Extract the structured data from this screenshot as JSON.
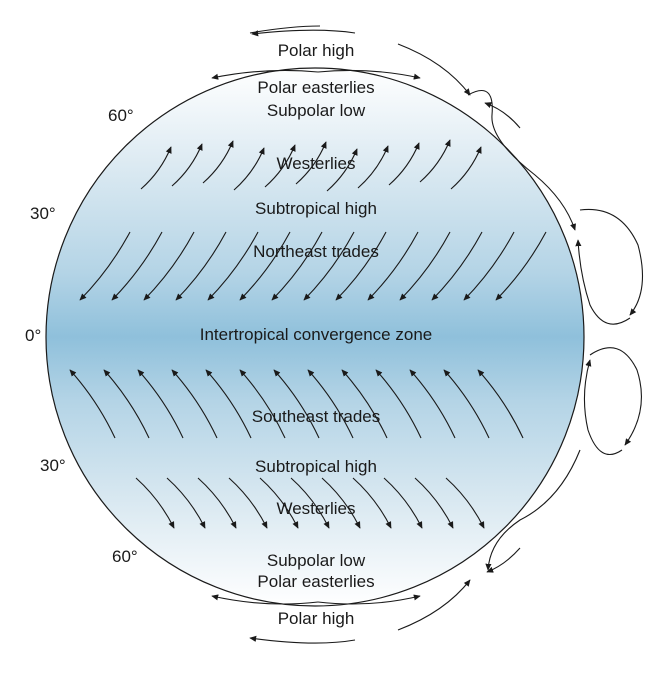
{
  "labels": {
    "polar_high_top": "Polar high",
    "polar_easterlies_north": "Polar easterlies",
    "subpolar_low_north": "Subpolar low",
    "westerlies_north": "Westerlies",
    "subtropical_high_north": "Subtropical high",
    "northeast_trades": "Northeast trades",
    "itcz": "Intertropical convergence zone",
    "southeast_trades": "Southeast trades",
    "subtropical_high_south": "Subtropical high",
    "westerlies_south": "Westerlies",
    "subpolar_low_south": "Subpolar low",
    "polar_easterlies_south": "Polar easterlies",
    "polar_high_bottom": "Polar high"
  },
  "latitudes": {
    "n60": "60°",
    "n30": "30°",
    "eq": "0°",
    "s30": "30°",
    "s60": "60°"
  },
  "colors": {
    "globe_light": "#f6fafc",
    "globe_mid": "#c4dde9",
    "globe_equator": "#8fc0db",
    "ink": "#1a1a1a"
  }
}
